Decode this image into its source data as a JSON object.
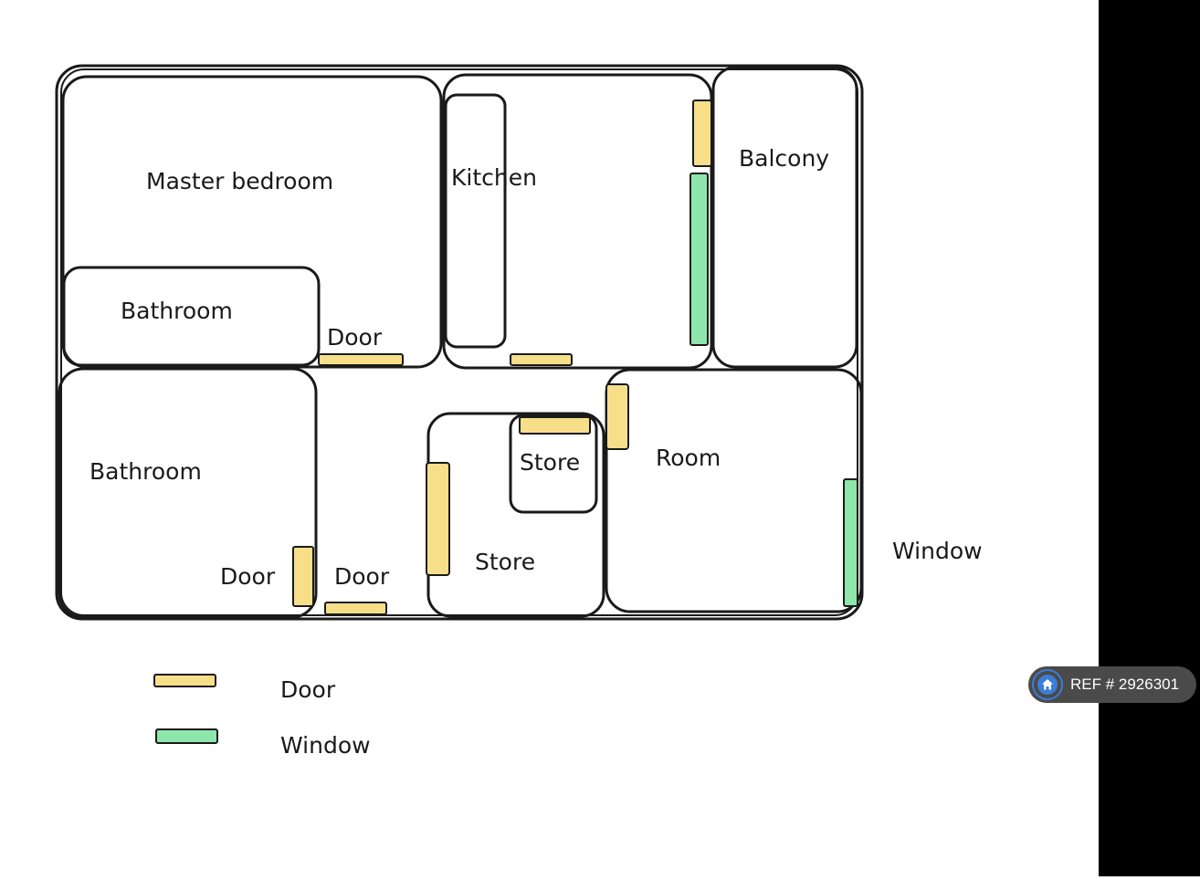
{
  "rooms": {
    "master_bedroom": "Master bedroom",
    "bathroom_upper": "Bathroom",
    "kitchen": "Kitchen",
    "balcony": "Balcony",
    "bathroom_lower": "Bathroom",
    "store_small": "Store",
    "store_large": "Store",
    "room": "Room"
  },
  "annotations": {
    "door_master": "Door",
    "door_bathroom_lower": "Door",
    "door_corridor": "Door",
    "window_room": "Window"
  },
  "legend": {
    "door_label": "Door",
    "window_label": "Window"
  },
  "colors": {
    "door": "#f7df8a",
    "window": "#8ee6aa",
    "stroke": "#1a1a1a",
    "badge_bg": "#4a4a4a",
    "badge_icon": "#3b7dd8"
  },
  "badge": {
    "icon": "home-icon",
    "text": "REF # 2926301"
  }
}
